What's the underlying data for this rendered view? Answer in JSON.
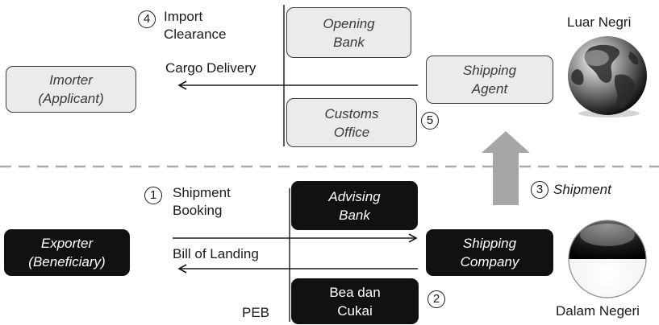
{
  "entities": {
    "importer": "Imorter\n(Applicant)",
    "opening_bank": "Opening\nBank",
    "shipping_agent": "Shipping\nAgent",
    "customs_office": "Customs\nOffice",
    "exporter": "Exporter\n(Beneficiary)",
    "advising_bank": "Advising\nBank",
    "shipping_company": "Shipping\nCompany",
    "bea_cukai": "Bea dan\nCukai"
  },
  "labels": {
    "import_clearance": "Import\nClearance",
    "cargo_delivery": "Cargo Delivery",
    "shipment_booking": "Shipment\nBooking",
    "bill_of_landing": "Bill of Landing",
    "shipment": "Shipment",
    "peb": "PEB",
    "luar_negri": "Luar Negri",
    "dalam_negeri": "Dalam Negeri"
  },
  "steps": {
    "s1": "1",
    "s2": "2",
    "s3": "3",
    "s4": "4",
    "s5": "5"
  },
  "icons": {
    "globe": "world-globe-icon",
    "flag": "indonesia-flag-sphere-icon"
  },
  "colors": {
    "light_box": "#ebebeb",
    "dark_box": "#111111",
    "arrow_gray": "#a6a6a6",
    "divider": "#aaaaaa"
  }
}
